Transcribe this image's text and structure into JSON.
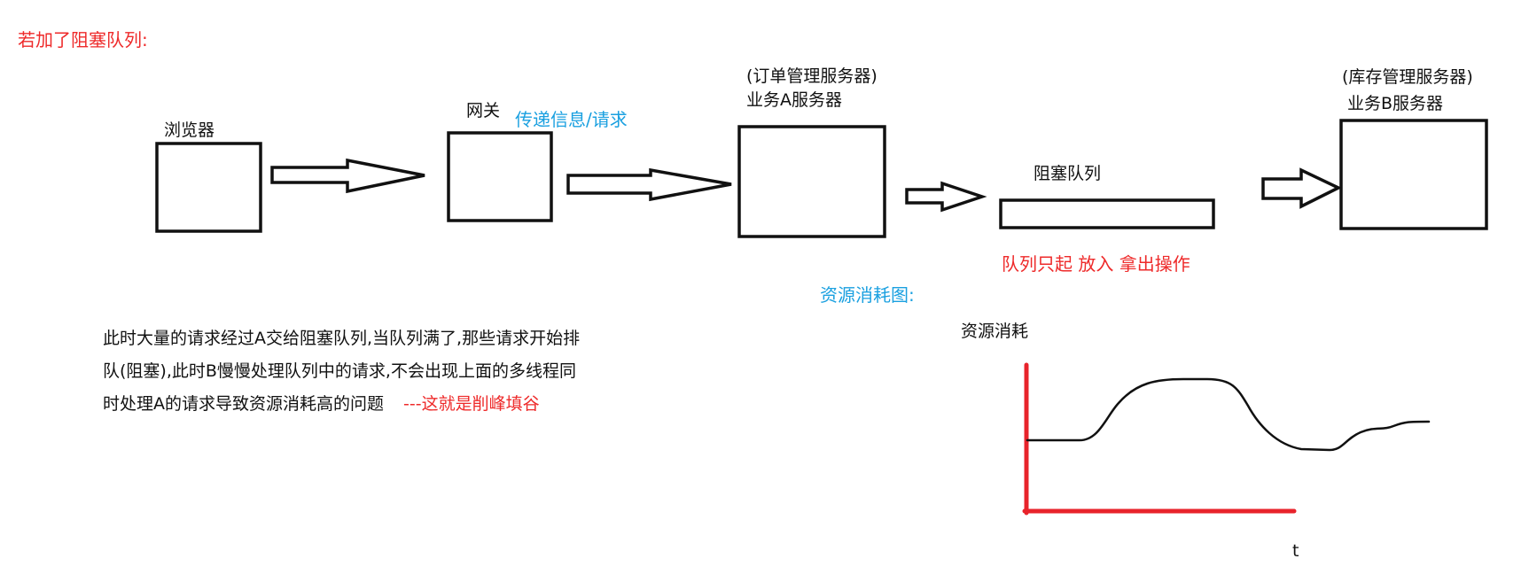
{
  "title": "若加了阻塞队列:",
  "nodes": {
    "browser": "浏览器",
    "gateway": "网关",
    "gateway_note": "传递信息/请求",
    "server_a_caption": "(订单管理服务器)",
    "server_a_label": "业务A服务器",
    "queue_label": "阻塞队列",
    "queue_note": "队列只起  放入  拿出操作",
    "server_b_caption": "(库存管理服务器)",
    "server_b_label": "业务B服务器"
  },
  "explanation": {
    "lines": [
      "此时大量的请求经过A交给阻塞队列,当队列满了,那些请求开始排",
      "队(阻塞),此时B慢慢处理队列中的请求,不会出现上面的多线程同",
      "时处理A的请求导致资源消耗高的问题"
    ],
    "highlight": "---这就是削峰填谷"
  },
  "resource_chart": {
    "heading": "资源消耗图:",
    "ylabel": "资源消耗",
    "xlabel": "t"
  },
  "colors": {
    "accent_red": "#ee2a2a",
    "accent_blue": "#1aa0e0",
    "axis_red": "#e8232b",
    "ink": "#111111"
  }
}
